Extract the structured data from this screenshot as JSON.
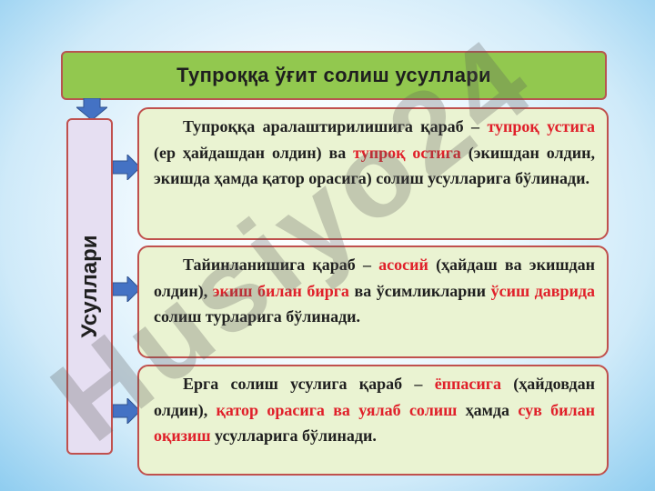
{
  "title": "Тупроққа ўғит  солиш усуллари",
  "side_label": "Усуллари",
  "watermark": "Husiyo24",
  "colors": {
    "title_bg": "#92c84f",
    "card_bg": "#eaf3d2",
    "side_bg": "#e6dff2",
    "border": "#c0504d",
    "arrow": "#4472c4",
    "highlight": "#e0202a"
  },
  "card1": {
    "t1": "Тупроққа аралаштирилишига қараб – ",
    "r1": "тупроқ устига",
    "t2": " (ер ҳайдашдан  олдин) ва ",
    "r2": "тупроқ остига",
    "t3": " (экишдан олдин, экишда ҳамда қатор орасига) солиш усулларига бўлинади."
  },
  "card2": {
    "t1": "Тайинланишига қараб – ",
    "r1": "асосий",
    "t2": " (ҳайдаш ва экишдан олдин), ",
    "r2": "экиш билан бирга",
    "t3": " ва ўсимликларни ",
    "r3": "ўсиш даврида",
    "t4": " солиш турларига бўлинади."
  },
  "card3": {
    "t1": "Ерга солиш усулига қараб – ",
    "r1": "ёппасига",
    "t2": " (ҳайдовдан олдин), ",
    "r2": "қатор орасига ва уялаб солиш",
    "t3": " ҳамда  ",
    "r3": "сув билан оқизиш",
    "t4": " усулларига бўлинади."
  }
}
